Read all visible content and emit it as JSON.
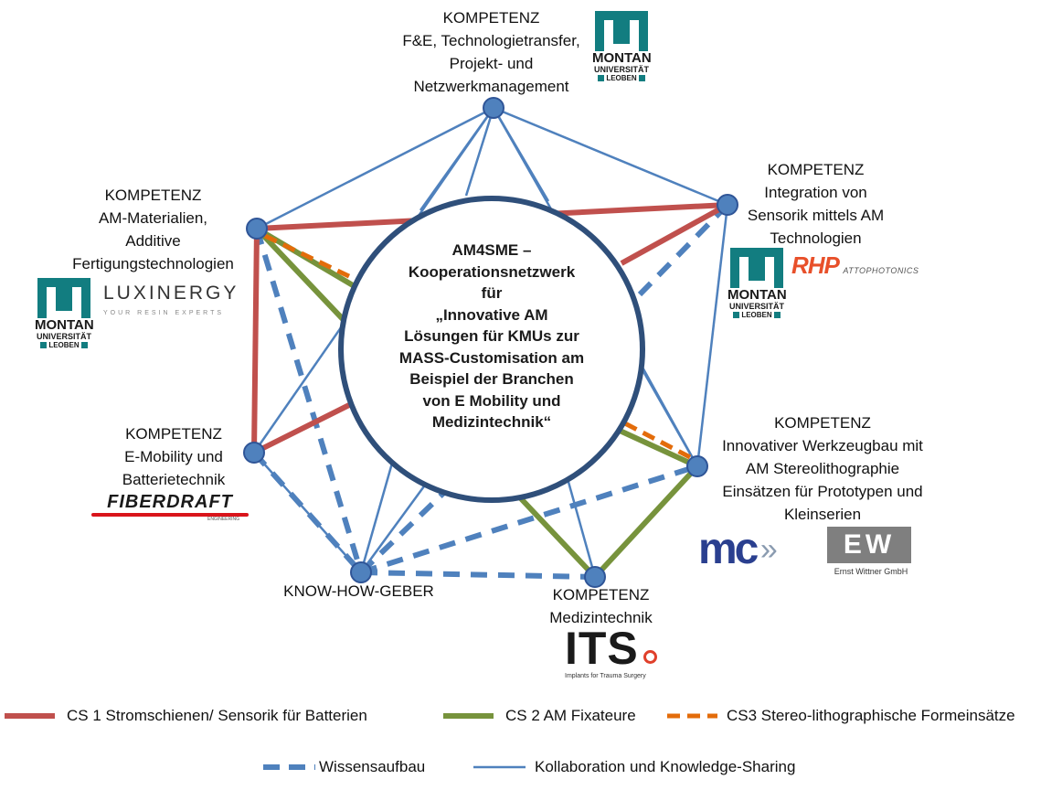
{
  "center": {
    "lines": [
      "AM4SME –",
      "Kooperationsnetzwerk",
      "für",
      "„Innovative AM",
      "Lösungen für KMUs zur",
      "MASS-Customisation am",
      "Beispiel der Branchen",
      "von E Mobility und",
      "Medizintechnik“"
    ]
  },
  "nodes": {
    "top": {
      "lines": [
        "KOMPETENZ",
        "F&E, Technologietransfer,",
        "Projekt- und",
        "Netzwerkmanagement"
      ]
    },
    "left": {
      "lines": [
        "KOMPETENZ",
        "AM-Materialien,",
        "Additive",
        "Fertigungstechnologien"
      ]
    },
    "right": {
      "lines": [
        "KOMPETENZ",
        "Integration von",
        "Sensorik mittels AM",
        "Technologien"
      ]
    },
    "emob": {
      "lines": [
        "KOMPETENZ",
        "E-Mobility und",
        "Batterietechnik"
      ]
    },
    "werkzeug": {
      "lines": [
        "KOMPETENZ",
        "Innovativer Werkzeugbau mit",
        "AM Stereolithographie",
        "Einsätzen für  Prototypen und",
        "Kleinserien"
      ]
    },
    "know": {
      "label": "KNOW-HOW-GEBER"
    },
    "medizin": {
      "lines": [
        "KOMPETENZ",
        "Medizintechnik"
      ]
    }
  },
  "logos": {
    "montan": {
      "name": "MONTAN",
      "sub": "UNIVERSITÄT",
      "city": "LEOBEN"
    },
    "luxinergy": {
      "name": "LUXINERGY",
      "tagline": "YOUR RESIN EXPERTS"
    },
    "rhp": {
      "name": "RHP",
      "sub": "ATTOPHOTONICS"
    },
    "fiberdraft": {
      "name": "FIBERDRAFT",
      "sub": "ENGINEERING"
    },
    "mc": {
      "name": "mc"
    },
    "ew": {
      "name": "EW",
      "sub": "Ernst Wittner GmbH"
    },
    "its": {
      "name": "ITS",
      "sub": "Implants for Trauma Surgery"
    }
  },
  "legend": {
    "cs1": "CS 1 Stromschienen/ Sensorik für Batterien",
    "cs2": "CS 2 AM Fixateure",
    "cs3": "CS3 Stereo-lithographische Formeinsätze",
    "wissen": "Wissensaufbau",
    "kollab": "Kollaboration und Knowledge-Sharing"
  },
  "colors": {
    "cs1": "#c0504d",
    "cs2": "#77933c",
    "cs3": "#e36c0a",
    "wissen": "#4f81bd",
    "kollab": "#4f81bd",
    "node": "#4f81bd",
    "circle": "#2f4f7a",
    "montan": "#127d80"
  }
}
